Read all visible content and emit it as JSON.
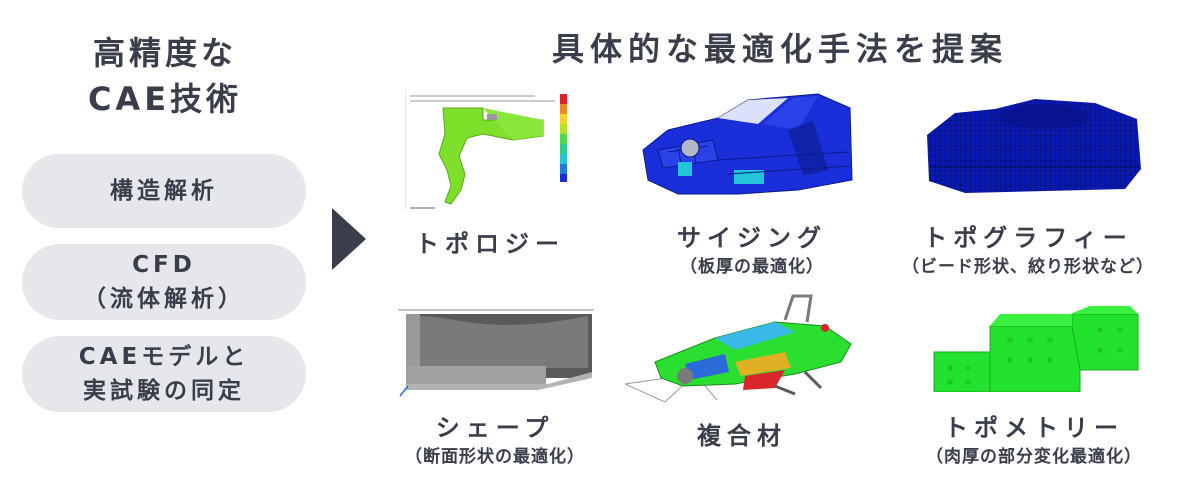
{
  "left": {
    "title_line1": "高精度な",
    "title_line2": "CAE技術",
    "items": [
      {
        "line1": "構造解析",
        "line2": ""
      },
      {
        "line1": "CFD",
        "line2": "（流体解析）"
      },
      {
        "line1": "CAEモデルと",
        "line2": "実試験の同定"
      }
    ]
  },
  "right": {
    "title": "具体的な最適化手法を提案",
    "methods": [
      {
        "label": "トポロジー",
        "sub": ""
      },
      {
        "label": "サイジング",
        "sub": "（板厚の最適化）"
      },
      {
        "label": "トポグラフィー",
        "sub": "（ビード形状、絞り形状など）"
      },
      {
        "label": "シェープ",
        "sub": "（断面形状の最適化）"
      },
      {
        "label": "複合材",
        "sub": ""
      },
      {
        "label": "トポメトリー",
        "sub": "（肉厚の部分変化最適化）"
      }
    ]
  },
  "colors": {
    "text": "#3a3e4a",
    "pill": "#e6e7ea",
    "mesh_green": "#22e22e",
    "mesh_blue": "#1a2fd9",
    "mesh_navy": "#0a1a8a"
  },
  "icons": [
    "arrow-right-icon"
  ]
}
